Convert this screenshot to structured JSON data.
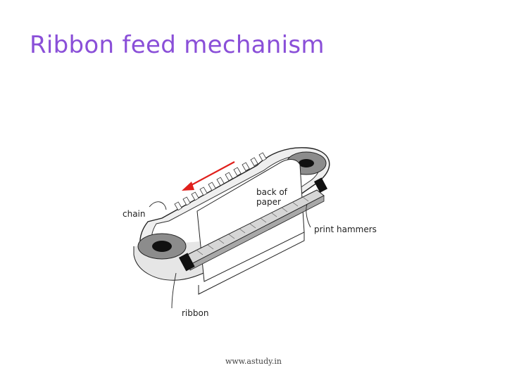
{
  "title": "Ribbon feed mechanism",
  "diagram": {
    "labels": {
      "chain": "chain",
      "back_of_paper_line1": "back of",
      "back_of_paper_line2": "paper",
      "print_hammers": "print hammers",
      "ribbon": "ribbon"
    },
    "motion_arrow_color": "#e0201c"
  },
  "footer": "www.astudy.in"
}
